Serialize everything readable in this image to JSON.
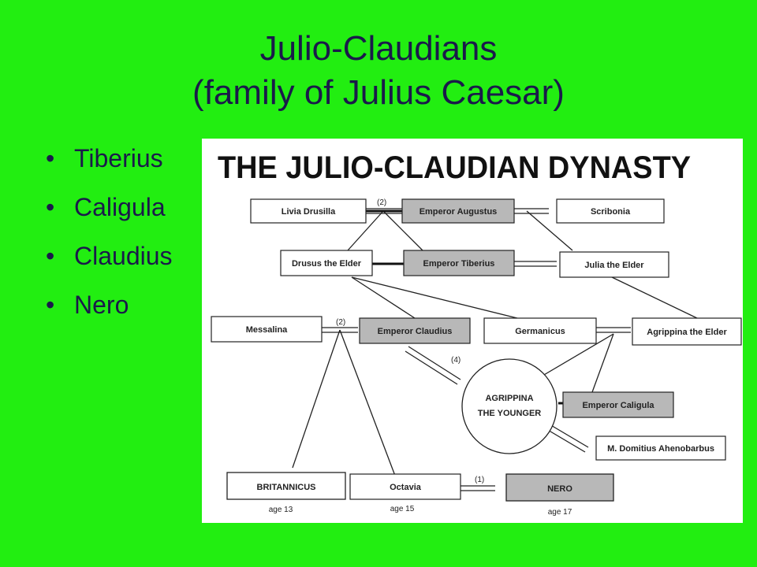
{
  "slide": {
    "title_line1": "Julio-Claudians",
    "title_line2": "(family of Julius Caesar)",
    "bullet_char": "•",
    "bullets": [
      "Tiberius",
      "Caligula",
      "Claudius",
      "Nero"
    ]
  },
  "colors": {
    "background": "#22ee11",
    "title_text": "#1a1a4a",
    "emperor_fill": "#b8b8b8",
    "plain_fill": "#ffffff"
  },
  "diagram": {
    "heading": "THE JULIO-CLAUDIAN DYNASTY",
    "persons": {
      "livia": "Livia Drusilla",
      "augustus": "Emperor Augustus",
      "scribonia": "Scribonia",
      "drusus": "Drusus the Elder",
      "tiberius": "Emperor Tiberius",
      "julia": "Julia the Elder",
      "messalina": "Messalina",
      "claudius": "Emperor Claudius",
      "germanicus": "Germanicus",
      "agrippina_elder": "Agrippina the Elder",
      "agrippina_younger_line1": "AGRIPPINA",
      "agrippina_younger_line2": "THE YOUNGER",
      "caligula": "Emperor Caligula",
      "domitius": "M. Domitius Ahenobarbus",
      "britannicus": "BRITANNICUS",
      "octavia": "Octavia",
      "nero": "NERO"
    },
    "marriage_counts": {
      "augustus": "(2)",
      "claudius": "(2)",
      "agrippina": "(4)",
      "nero": "(1)"
    },
    "ages": {
      "britannicus": "age 13",
      "octavia": "age 15",
      "nero": "age 17"
    }
  }
}
